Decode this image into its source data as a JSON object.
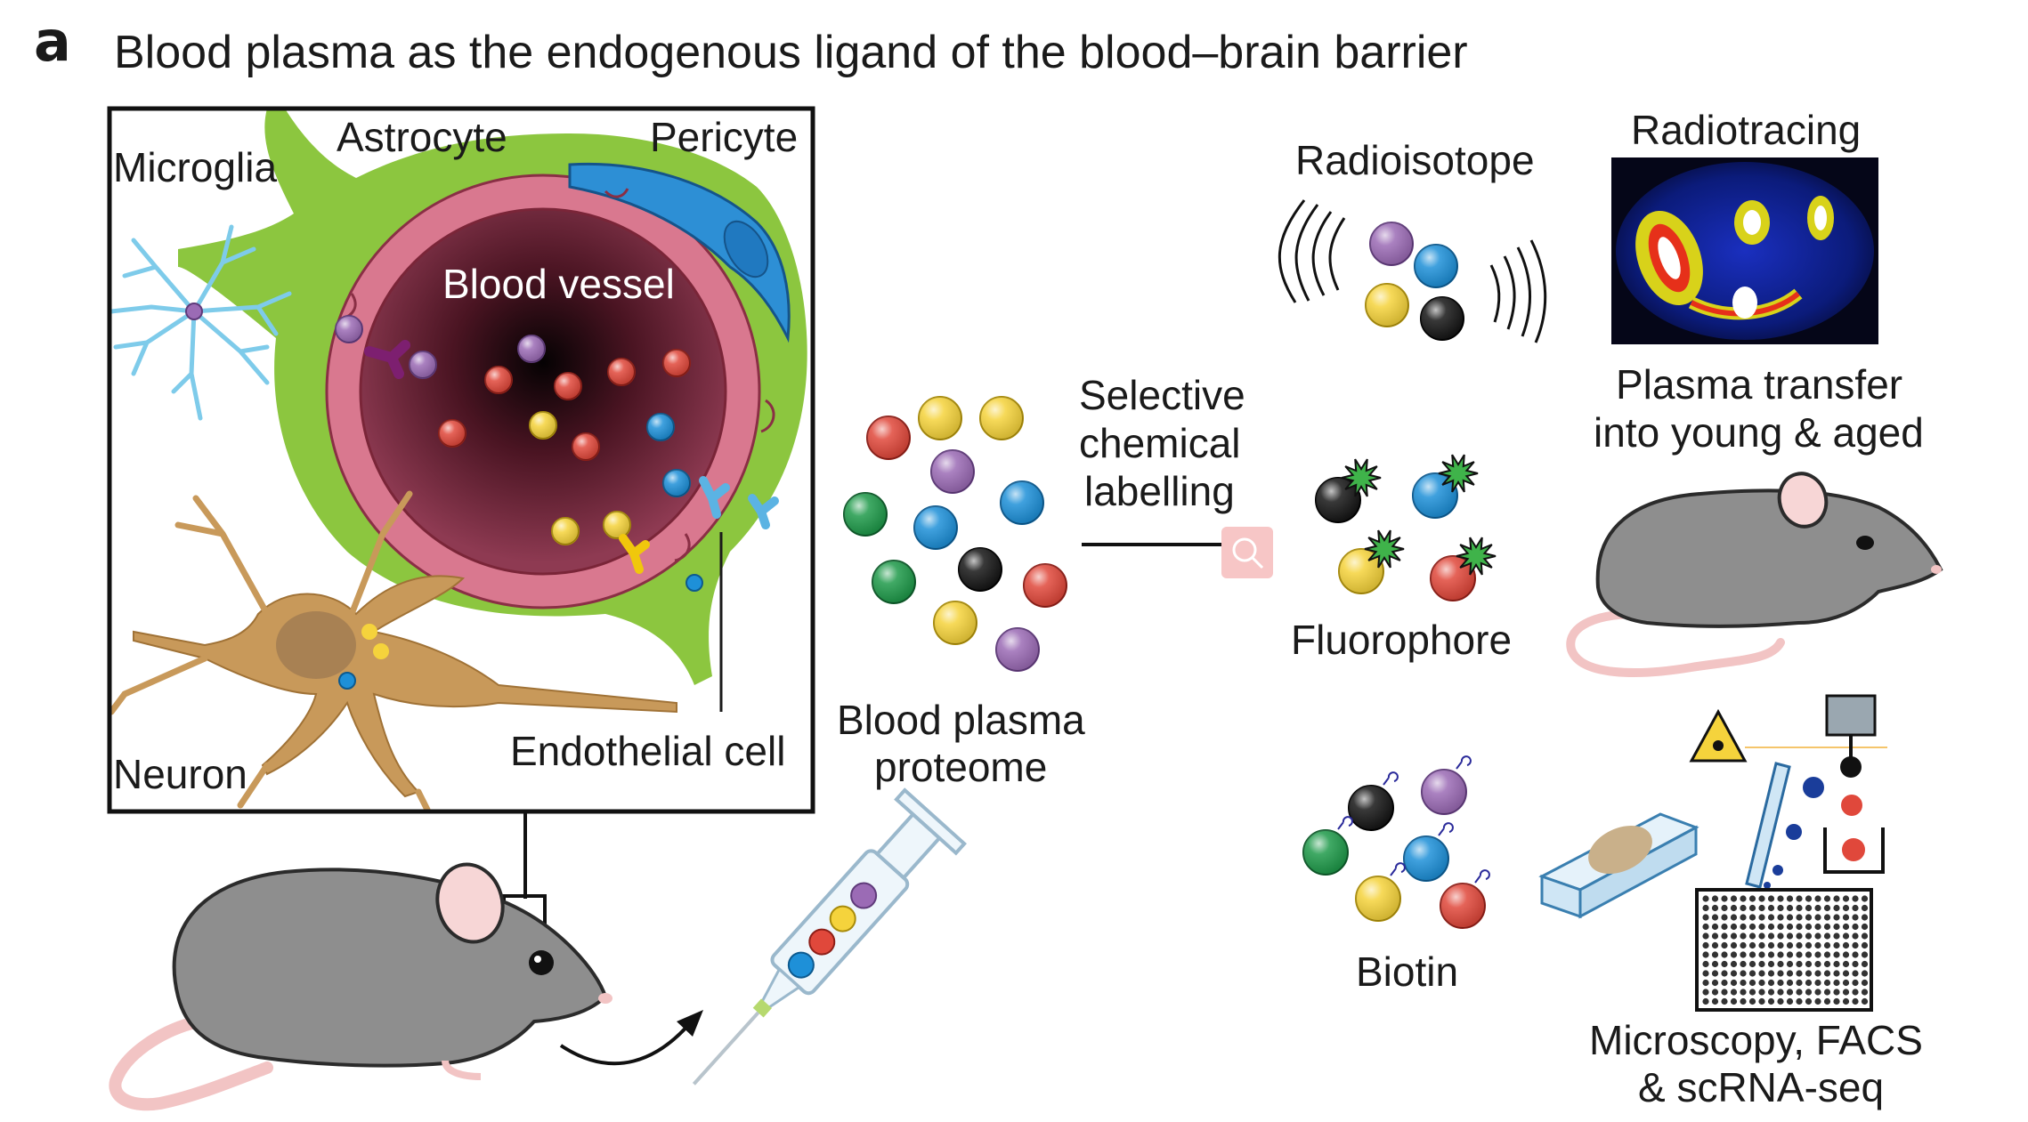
{
  "panel_letter": "a",
  "title": "Blood plasma as the endogenous ligand of the blood–brain barrier",
  "inset": {
    "microglia": "Microglia",
    "astrocyte": "Astrocyte",
    "pericyte": "Pericyte",
    "blood_vessel": "Blood vessel",
    "neuron": "Neuron",
    "endothelial_cell": "Endothelial cell"
  },
  "proteome": {
    "line1": "Blood plasma",
    "line2": "proteome"
  },
  "labelling": {
    "line1": "Selective",
    "line2": "chemical",
    "line3": "labelling"
  },
  "labels": {
    "radioisotope": "Radioisotope",
    "fluorophore": "Fluorophore",
    "biotin": "Biotin"
  },
  "readouts": {
    "radiotracing": "Radiotracing",
    "transfer_line1": "Plasma transfer",
    "transfer_line2": "into young & aged",
    "micro_line1": "Microscopy, FACS",
    "micro_line2": "& scRNA-seq"
  },
  "colors": {
    "red": "#e0483b",
    "yellow": "#f5d33c",
    "purple": "#9b6bb5",
    "blue": "#1e90d8",
    "green": "#1f9a4a",
    "black": "#161616",
    "astrocyte_green": "#8cc63f",
    "vessel_pink": "#d9788f",
    "pericyte_blue": "#2d8fd5",
    "microglia_blue": "#7ecbea",
    "neuron_tan": "#c8995a",
    "mouse_grey": "#8e8e8e"
  }
}
